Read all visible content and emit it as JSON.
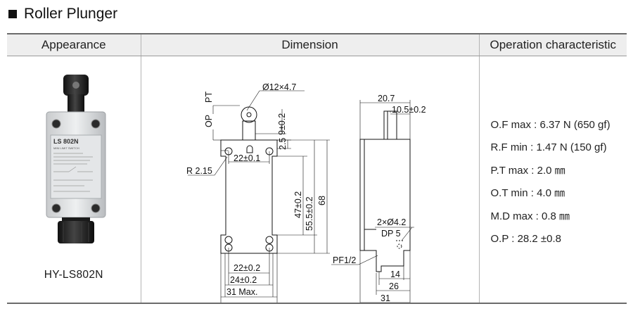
{
  "section_title": "Roller Plunger",
  "table": {
    "headers": {
      "appearance": "Appearance",
      "dimension": "Dimension",
      "operation": "Operation characteristic"
    }
  },
  "appearance": {
    "model": "HY-LS802N",
    "label_model": "LS 802N",
    "label_sub": "MINI LIMIT SWITCH"
  },
  "dimension": {
    "front": {
      "roller": "Ø12×4.7",
      "pt": "PT",
      "op": "OP",
      "top_offset": "9±0.2",
      "upper_hole_spacing": "22±0.1",
      "upper_offset": "2.5",
      "radius": "R 2.15",
      "hole_height": "47±0.2",
      "body_height_a": "55.5±0.2",
      "body_height_b": "68",
      "lower_hole_spacing": "22±0.2",
      "lower_width": "24±0.2",
      "max_width": "31 Max."
    },
    "side": {
      "overall_top": "20.7",
      "plunger_offset": "10.5±0.2",
      "holes": "2×Ø4.2",
      "hole_depth": "DP 5",
      "conduit": "PF1/2",
      "conduit_pos": "14",
      "mount_width": "26",
      "overall_width": "31"
    }
  },
  "operation": [
    "O.F max : 6.37 N (650 gf)",
    "R.F min : 1.47 N (150 gf)",
    "P.T max : 2.0 ㎜",
    "O.T min : 4.0 ㎜",
    "M.D max : 0.8 ㎜",
    "O.P : 28.2 ±0.8"
  ]
}
